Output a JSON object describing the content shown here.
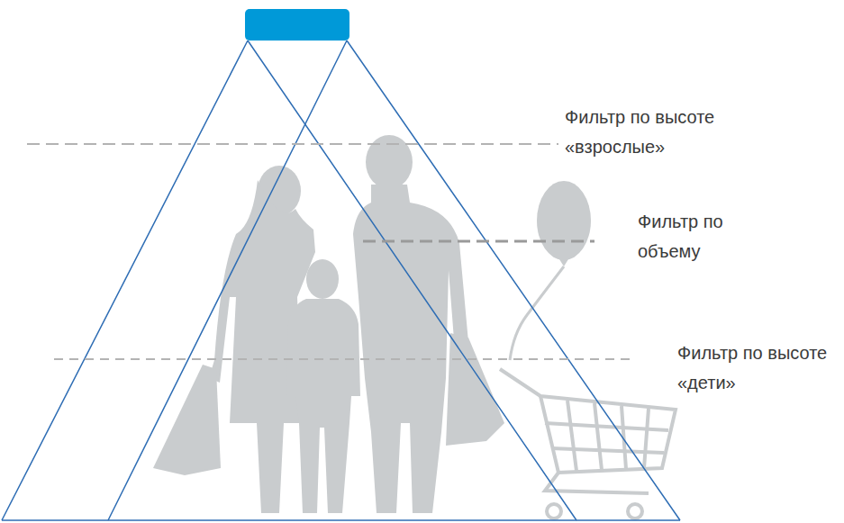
{
  "diagram": {
    "labels": [
      "Фильтр по высоте «взрослые»",
      "Фильтр по объему",
      "Фильтр по высоте «дети»"
    ]
  }
}
